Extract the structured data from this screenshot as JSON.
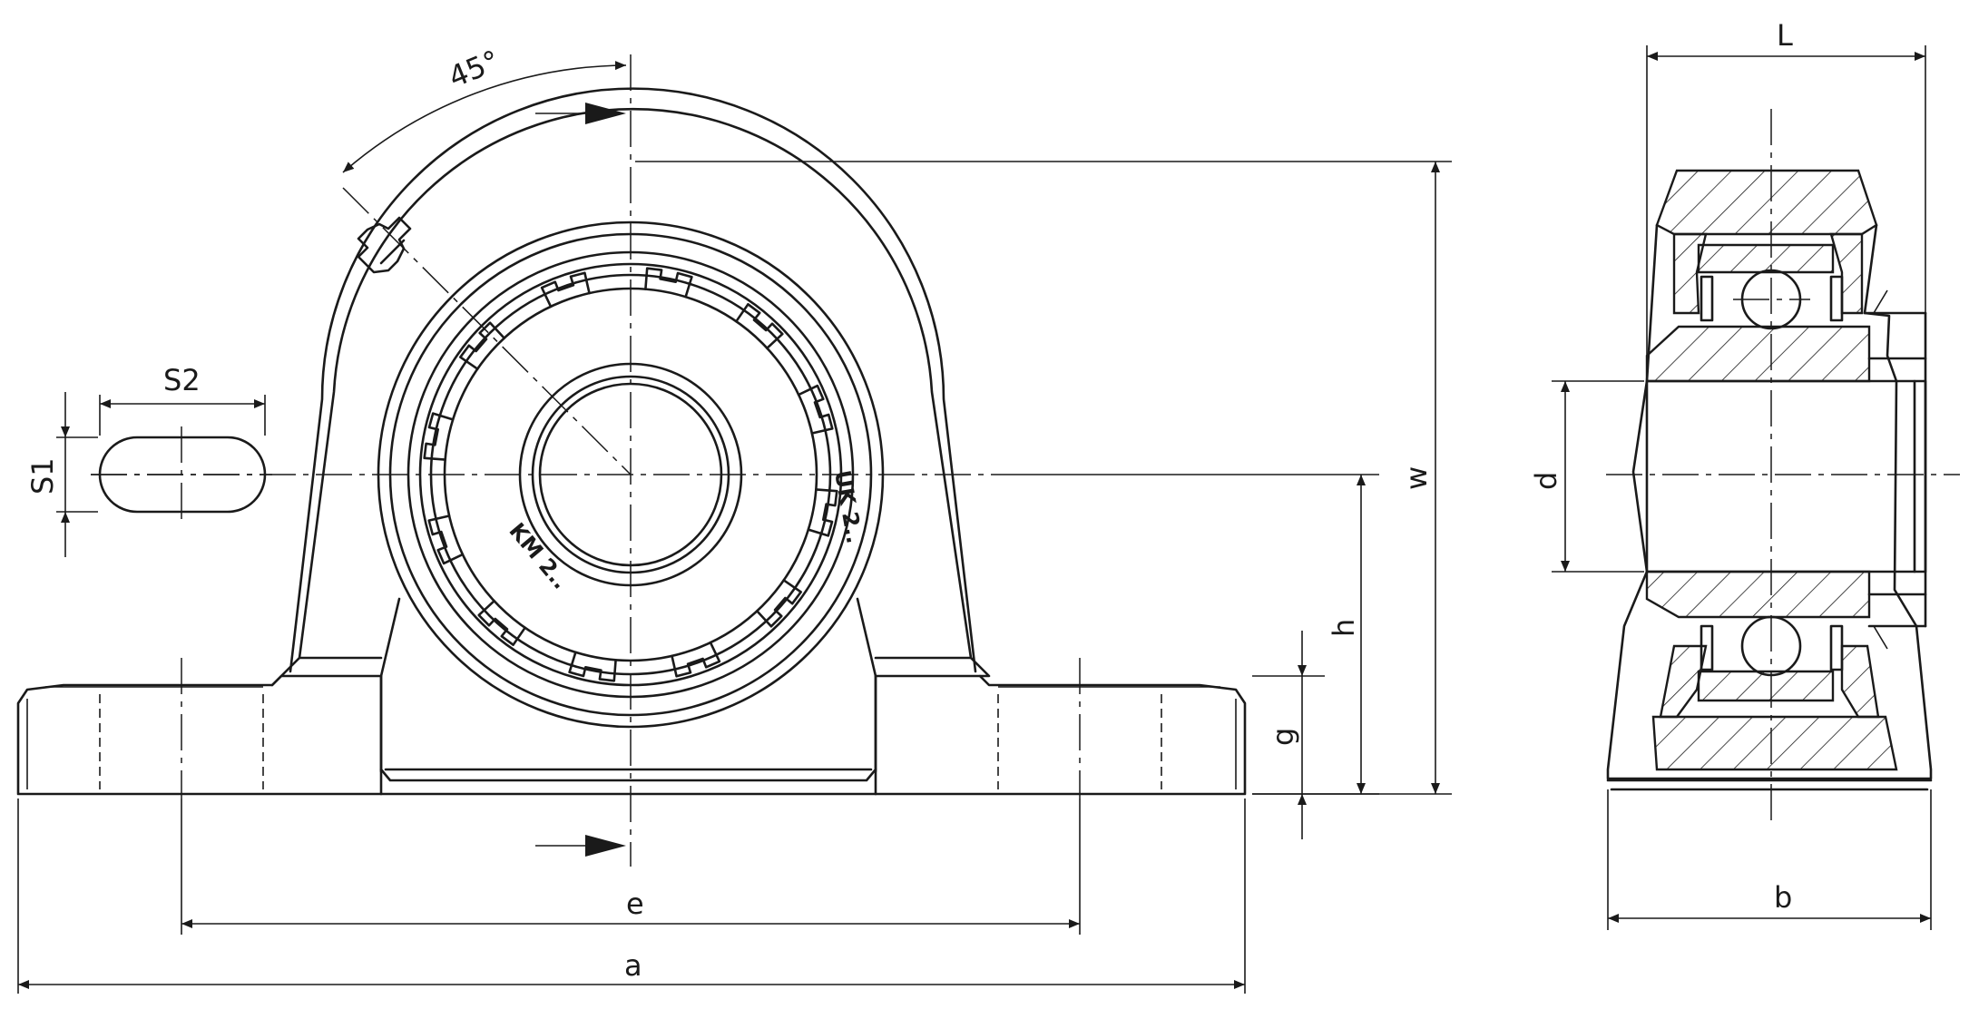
{
  "drawing": {
    "front_view": {
      "angle_label": "45°",
      "dimensions": {
        "e": "e",
        "a": "a",
        "h": "h",
        "g": "g",
        "w": "w",
        "s1": "S1",
        "s2": "S2"
      },
      "housing_marking_1": "UK 2..",
      "housing_marking_2": "KM 2.."
    },
    "side_view": {
      "dimensions": {
        "L": "L",
        "b": "b",
        "d": "d"
      }
    }
  }
}
